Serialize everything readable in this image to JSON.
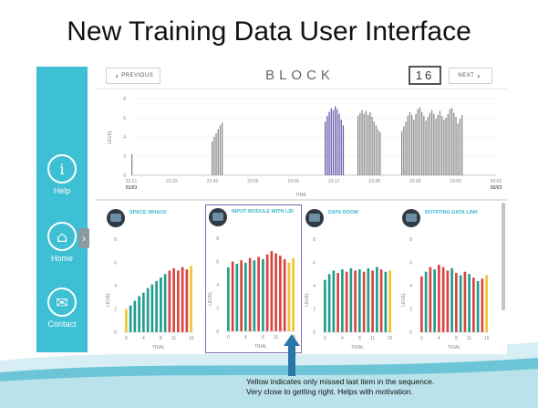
{
  "slide_title": "New Training Data User Interface",
  "sidebar": {
    "items": [
      {
        "label": "Help",
        "glyph": "i",
        "icon": "info-icon"
      },
      {
        "label": "Home",
        "glyph": "⌂",
        "icon": "home-icon"
      },
      {
        "label": "Contact",
        "glyph": "✉",
        "icon": "mail-icon"
      }
    ],
    "color": "#3dbfd4"
  },
  "header": {
    "prev_label": "PREVIOUS",
    "title": "BLOCK",
    "block_number": "16",
    "next_label": "NEXT"
  },
  "timeline": {
    "ylabel": "LEVEL",
    "xlabel": "TIME",
    "yticks": [
      "0",
      "2",
      "4",
      "6",
      "8"
    ],
    "xticks": [
      "22:21",
      "22:32",
      "22:43",
      "22:55",
      "23:06",
      "23:17",
      "23:28",
      "23:39",
      "23:50",
      "00:01"
    ],
    "date_left": "01/03",
    "date_right": "02/03"
  },
  "cards": [
    {
      "title": "SPACE WHACK",
      "selected": false
    },
    {
      "title": "INPUT MODULE WITH LID",
      "selected": true
    },
    {
      "title": "DATA ROOM",
      "selected": false
    },
    {
      "title": "ROTATING DATA LINK",
      "selected": false
    }
  ],
  "card_axis": {
    "ylabel": "LEVEL",
    "xlabel": "TRIAL",
    "yticks": [
      "0",
      "2",
      "4",
      "6",
      "8"
    ],
    "xticks": [
      "0",
      "4",
      "8",
      "11",
      "15"
    ]
  },
  "caption": {
    "line1": "Yellow indicates only missed last item in the sequence.",
    "line2": "Very close to getting right. Helps with motivation."
  },
  "colors": {
    "teal": "#1f9e8e",
    "red": "#d9443f",
    "yellow": "#f2c42c",
    "purple": "#6b5cad",
    "gray": "#8a8a8a",
    "accent": "#3db6cf"
  },
  "chart_data": [
    {
      "type": "bar",
      "ylabel": "LEVEL",
      "xlabel": "TIME",
      "ylim": [
        0,
        8
      ],
      "clusters": [
        {
          "start": "22:21",
          "color": "gray",
          "values": [
            2.2
          ]
        },
        {
          "start": "22:43",
          "color": "gray",
          "values": [
            3.5,
            4.0,
            4.4,
            4.8,
            5.2,
            5.5
          ]
        },
        {
          "start": "23:14",
          "color": "purple",
          "values": [
            5.6,
            6.2,
            6.6,
            7.0,
            6.8,
            7.2,
            6.9,
            6.4,
            5.8,
            5.2
          ]
        },
        {
          "start": "23:23",
          "color": "gray",
          "values": [
            6.2,
            6.5,
            6.8,
            6.4,
            6.7,
            6.3,
            6.6,
            6.1,
            5.6,
            5.2,
            4.8,
            4.5
          ]
        },
        {
          "start": "23:35",
          "color": "gray",
          "values": [
            4.6,
            5.1,
            5.6,
            6.2,
            6.6,
            6.3,
            5.8,
            6.4,
            6.9,
            7.1,
            6.6,
            6.2,
            5.7,
            6.1,
            6.5,
            6.8,
            6.4,
            5.9,
            6.3,
            6.7,
            6.2,
            5.8,
            6.0,
            6.4,
            6.9,
            7.0,
            6.5,
            6.1,
            5.4,
            5.9,
            6.3
          ]
        }
      ]
    },
    {
      "type": "bar",
      "title": "SPACE WHACK",
      "ylabel": "LEVEL",
      "xlabel": "TRIAL",
      "ylim": [
        0,
        8
      ],
      "values": [
        2,
        2.3,
        2.7,
        3.1,
        3.4,
        3.8,
        4.1,
        4.4,
        4.7,
        5.0,
        5.3,
        5.5,
        5.3,
        5.6,
        5.4,
        5.7
      ],
      "colors": [
        "yellow",
        "teal",
        "teal",
        "teal",
        "teal",
        "teal",
        "teal",
        "teal",
        "teal",
        "teal",
        "red",
        "red",
        "red",
        "red",
        "red",
        "yellow"
      ]
    },
    {
      "type": "bar",
      "title": "INPUT MODULE WITH LID",
      "ylabel": "LEVEL",
      "xlabel": "TRIAL",
      "ylim": [
        0,
        8
      ],
      "values": [
        5.5,
        6.0,
        5.8,
        6.1,
        5.9,
        6.3,
        6.1,
        6.4,
        6.2,
        6.6,
        6.9,
        6.7,
        6.5,
        6.2,
        5.9,
        6.3
      ],
      "colors": [
        "teal",
        "red",
        "teal",
        "red",
        "teal",
        "red",
        "teal",
        "red",
        "teal",
        "red",
        "red",
        "red",
        "red",
        "red",
        "yellow",
        "yellow"
      ]
    },
    {
      "type": "bar",
      "title": "DATA ROOM",
      "ylabel": "LEVEL",
      "xlabel": "TRIAL",
      "ylim": [
        0,
        8
      ],
      "values": [
        4.5,
        5.0,
        5.3,
        5.1,
        5.4,
        5.2,
        5.5,
        5.3,
        5.4,
        5.2,
        5.5,
        5.3,
        5.6,
        5.4,
        5.2,
        5.3
      ],
      "colors": [
        "teal",
        "teal",
        "teal",
        "red",
        "teal",
        "red",
        "teal",
        "red",
        "teal",
        "red",
        "teal",
        "red",
        "teal",
        "red",
        "teal",
        "yellow"
      ]
    },
    {
      "type": "bar",
      "title": "ROTATING DATA LINK",
      "ylabel": "LEVEL",
      "xlabel": "TRIAL",
      "ylim": [
        0,
        8
      ],
      "values": [
        4.8,
        5.2,
        5.6,
        5.4,
        5.8,
        5.6,
        5.3,
        5.5,
        5.1,
        4.9,
        5.2,
        5.0,
        4.7,
        4.4,
        4.6,
        4.9
      ],
      "colors": [
        "red",
        "teal",
        "red",
        "teal",
        "red",
        "red",
        "red",
        "teal",
        "red",
        "teal",
        "red",
        "teal",
        "red",
        "teal",
        "red",
        "yellow"
      ]
    }
  ]
}
